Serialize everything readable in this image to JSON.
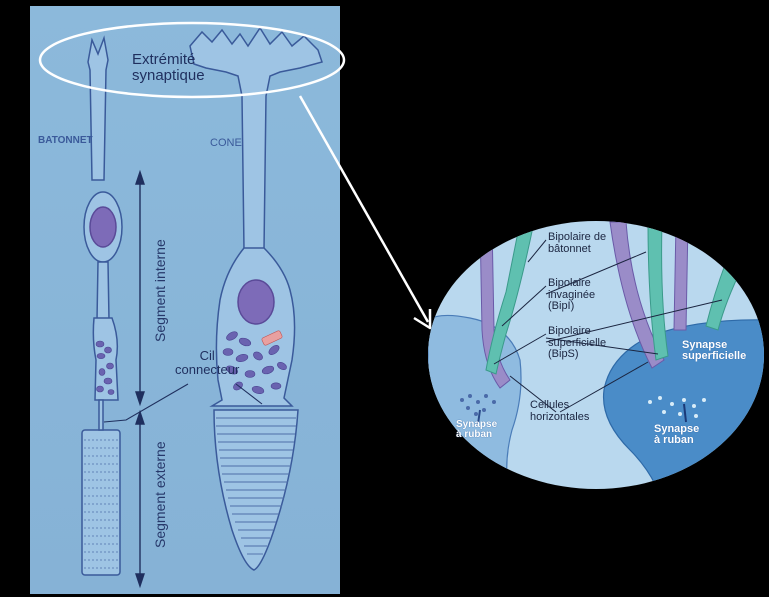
{
  "labels": {
    "synaptic_end": "Extrémité\nsynaptique",
    "rod": "BATONNET",
    "cone": "CONE",
    "inner_segment": "Segment interne",
    "outer_segment": "Segment externe",
    "connecting_cilium": "Cil\nconnecteur"
  },
  "zoom_labels": {
    "rod_bipolar": "Bipolaire de\nbâtonnet",
    "invaginating_bipolar": "Bipolaire\ninvaginée\n(BipI)",
    "superficial_bipolar": "Bipolaire\nsuperficielle\n(BipS)",
    "horizontal_cells": "Cellules\nhorizontales",
    "ribbon_synapse_left": "Synapse\nà ruban",
    "ribbon_synapse_right": "Synapse\nà ruban",
    "superficial_synapse": "Synapse\nsuperficielle"
  },
  "colors": {
    "panel": "#8bb7d9",
    "cell_fill": "#9ec4e4",
    "cell_stroke": "#3a5a9a",
    "nucleus": "#7d6bb8",
    "mito": "#6a63b0",
    "zoom_bg": "#b9d8ee",
    "purple_bipolar": "#9a8cc8",
    "teal_bipolar": "#5fc0b0",
    "terminal_blue": "#4a8cc8",
    "ellipse_outline": "#ffffff"
  }
}
